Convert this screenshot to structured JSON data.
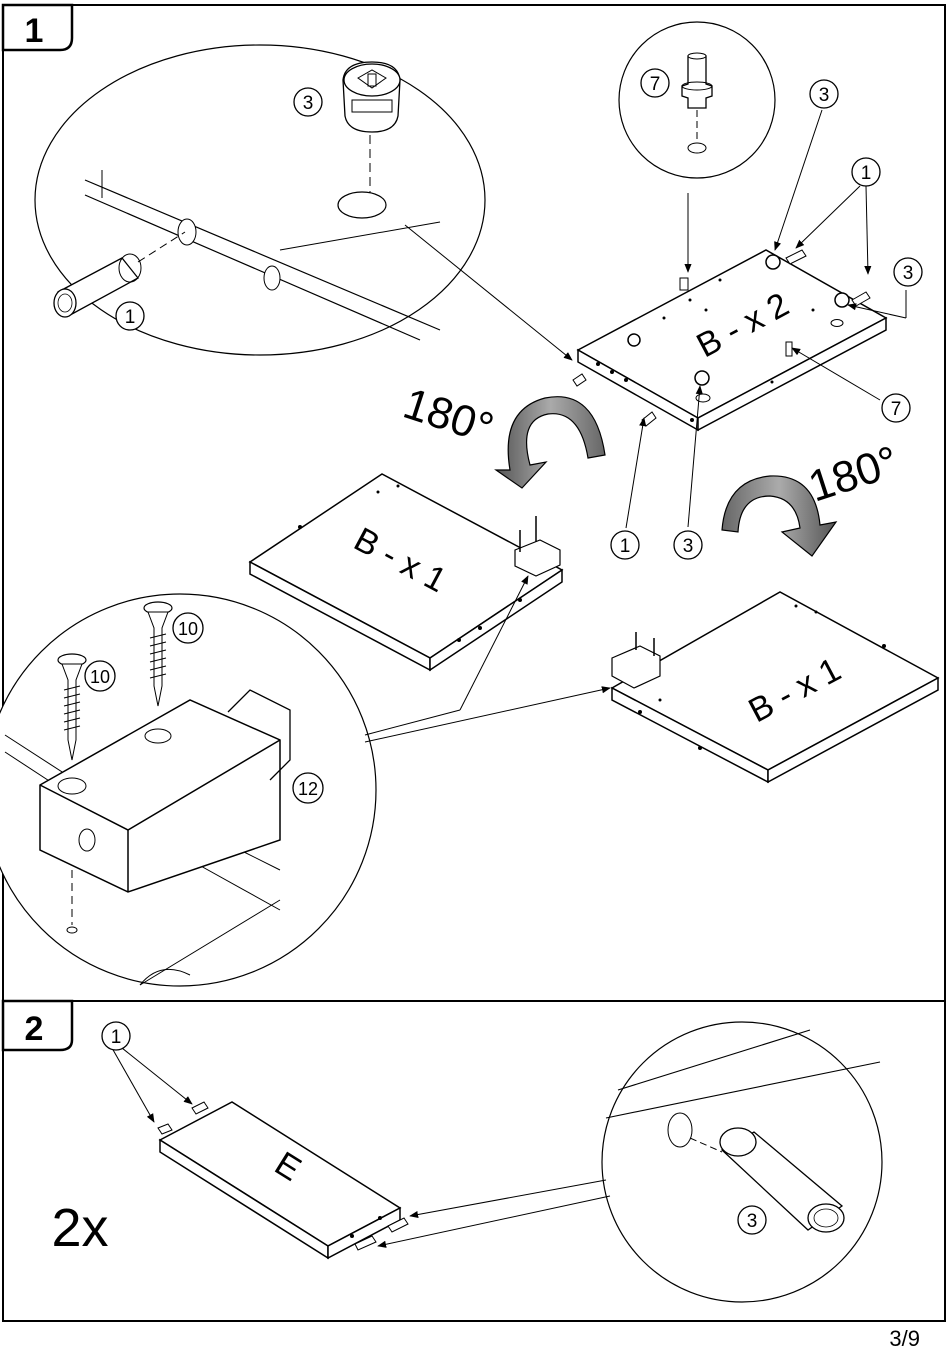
{
  "page": {
    "number": "3/9"
  },
  "step1": {
    "badge": "1",
    "panel_top": "B - x 2",
    "panel_left": "B - x 1",
    "panel_right": "B - x 1",
    "rotation_left": "180°",
    "rotation_right": "180°",
    "callouts": {
      "dowel_zoom": "1",
      "cam_zoom": "3",
      "pin_zoom": "7",
      "cam_top_a": "3",
      "dowel_top": "1",
      "cam_top_b": "3",
      "pin_top": "7",
      "dowel_mid": "1",
      "cam_mid": "3",
      "screw_a": "10",
      "screw_b": "10",
      "bracket": "12"
    }
  },
  "step2": {
    "badge": "2",
    "panel_label": "E",
    "quantity": "2x",
    "callouts": {
      "dowel": "1",
      "cam": "3"
    }
  },
  "colors": {
    "ink": "#000000",
    "paper": "#ffffff",
    "arrow_grey": "#8a8a8a"
  }
}
